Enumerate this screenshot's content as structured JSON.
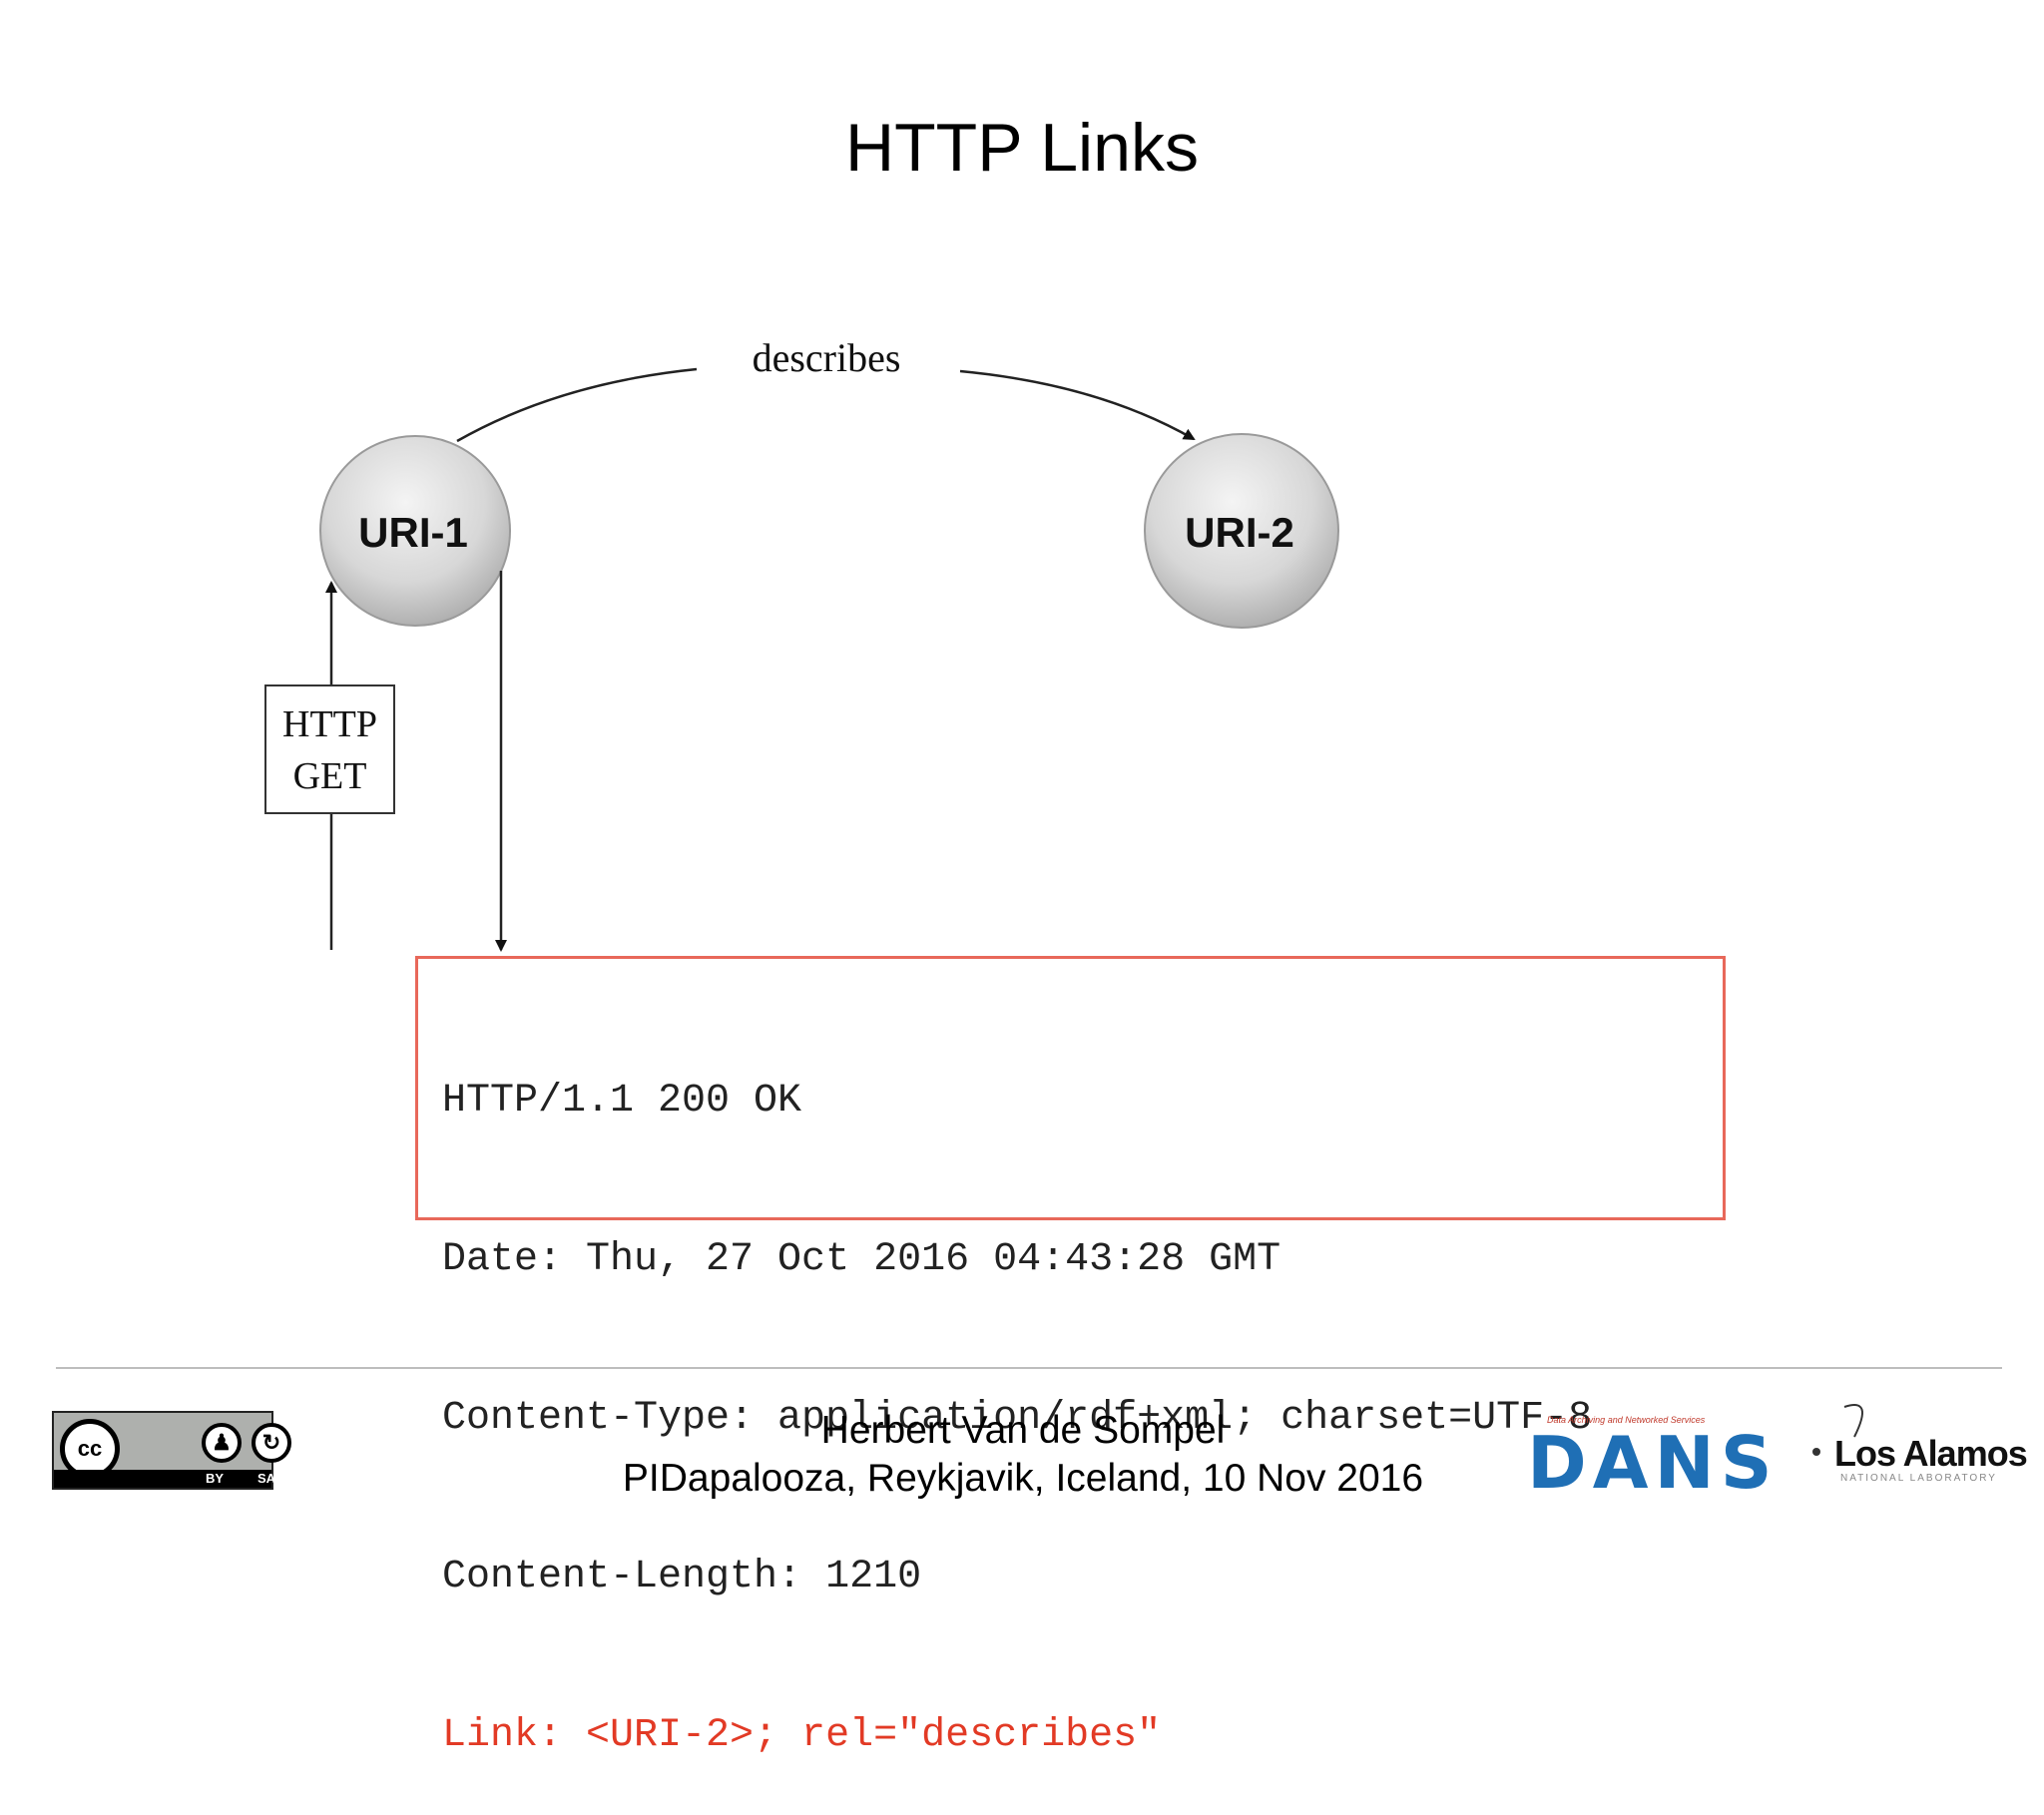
{
  "slide": {
    "title": "HTTP Links"
  },
  "diagram": {
    "node_1": "URI-1",
    "node_2": "URI-2",
    "edge_label": "describes",
    "request_line_1": "HTTP",
    "request_line_2": "GET",
    "response_lines": [
      "HTTP/1.1 200 OK",
      "Date: Thu, 27 Oct 2016 04:43:28 GMT",
      "Content-Type: application/rdf+xml; charset=UTF-8",
      "Content-Length: 1210"
    ],
    "response_link_line": "Link: <URI-2>; rel=\"describes\"",
    "colors": {
      "link_text": "#e23a25",
      "response_border": "#e8685a",
      "node_fill": "#d7d7d7"
    }
  },
  "footer": {
    "author": "Herbert Van de Sompel",
    "event": "PIDapalooza, Reykjavik, Iceland, 10 Nov 2016",
    "license": "cc",
    "license_by": "BY",
    "license_sa": "SA",
    "logo_dans": "DANS",
    "logo_dans_tagline": "Data Archiving and Networked Services",
    "logo_lanl": "Los Alamos",
    "logo_lanl_sub": "NATIONAL LABORATORY"
  }
}
